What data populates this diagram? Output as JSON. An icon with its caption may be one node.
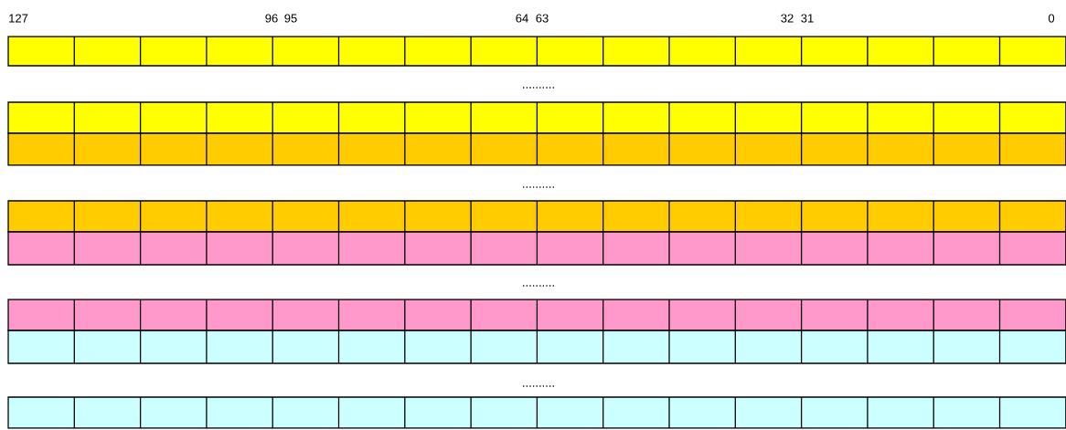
{
  "diagram": {
    "labels": [
      "127",
      "96",
      "95",
      "64",
      "63",
      "32",
      "31",
      "0",
      "..........",
      "..........",
      "..........",
      ".........."
    ]
  }
}
